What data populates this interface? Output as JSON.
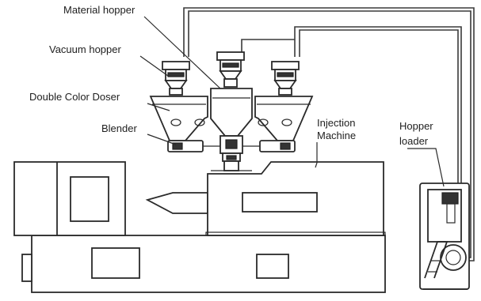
{
  "labels": {
    "material_hopper": "Material hopper",
    "vacuum_hopper": "Vacuum hopper",
    "double_color_doser": "Double Color Doser",
    "blender": "Blender",
    "injection_machine_line1": "Injection",
    "injection_machine_line2": "Machine",
    "hopper_loader_line1": "Hopper",
    "hopper_loader_line2": "loader"
  },
  "colors": {
    "line": "#2a2a2a",
    "background": "#ffffff",
    "dark_fill": "#333333"
  }
}
